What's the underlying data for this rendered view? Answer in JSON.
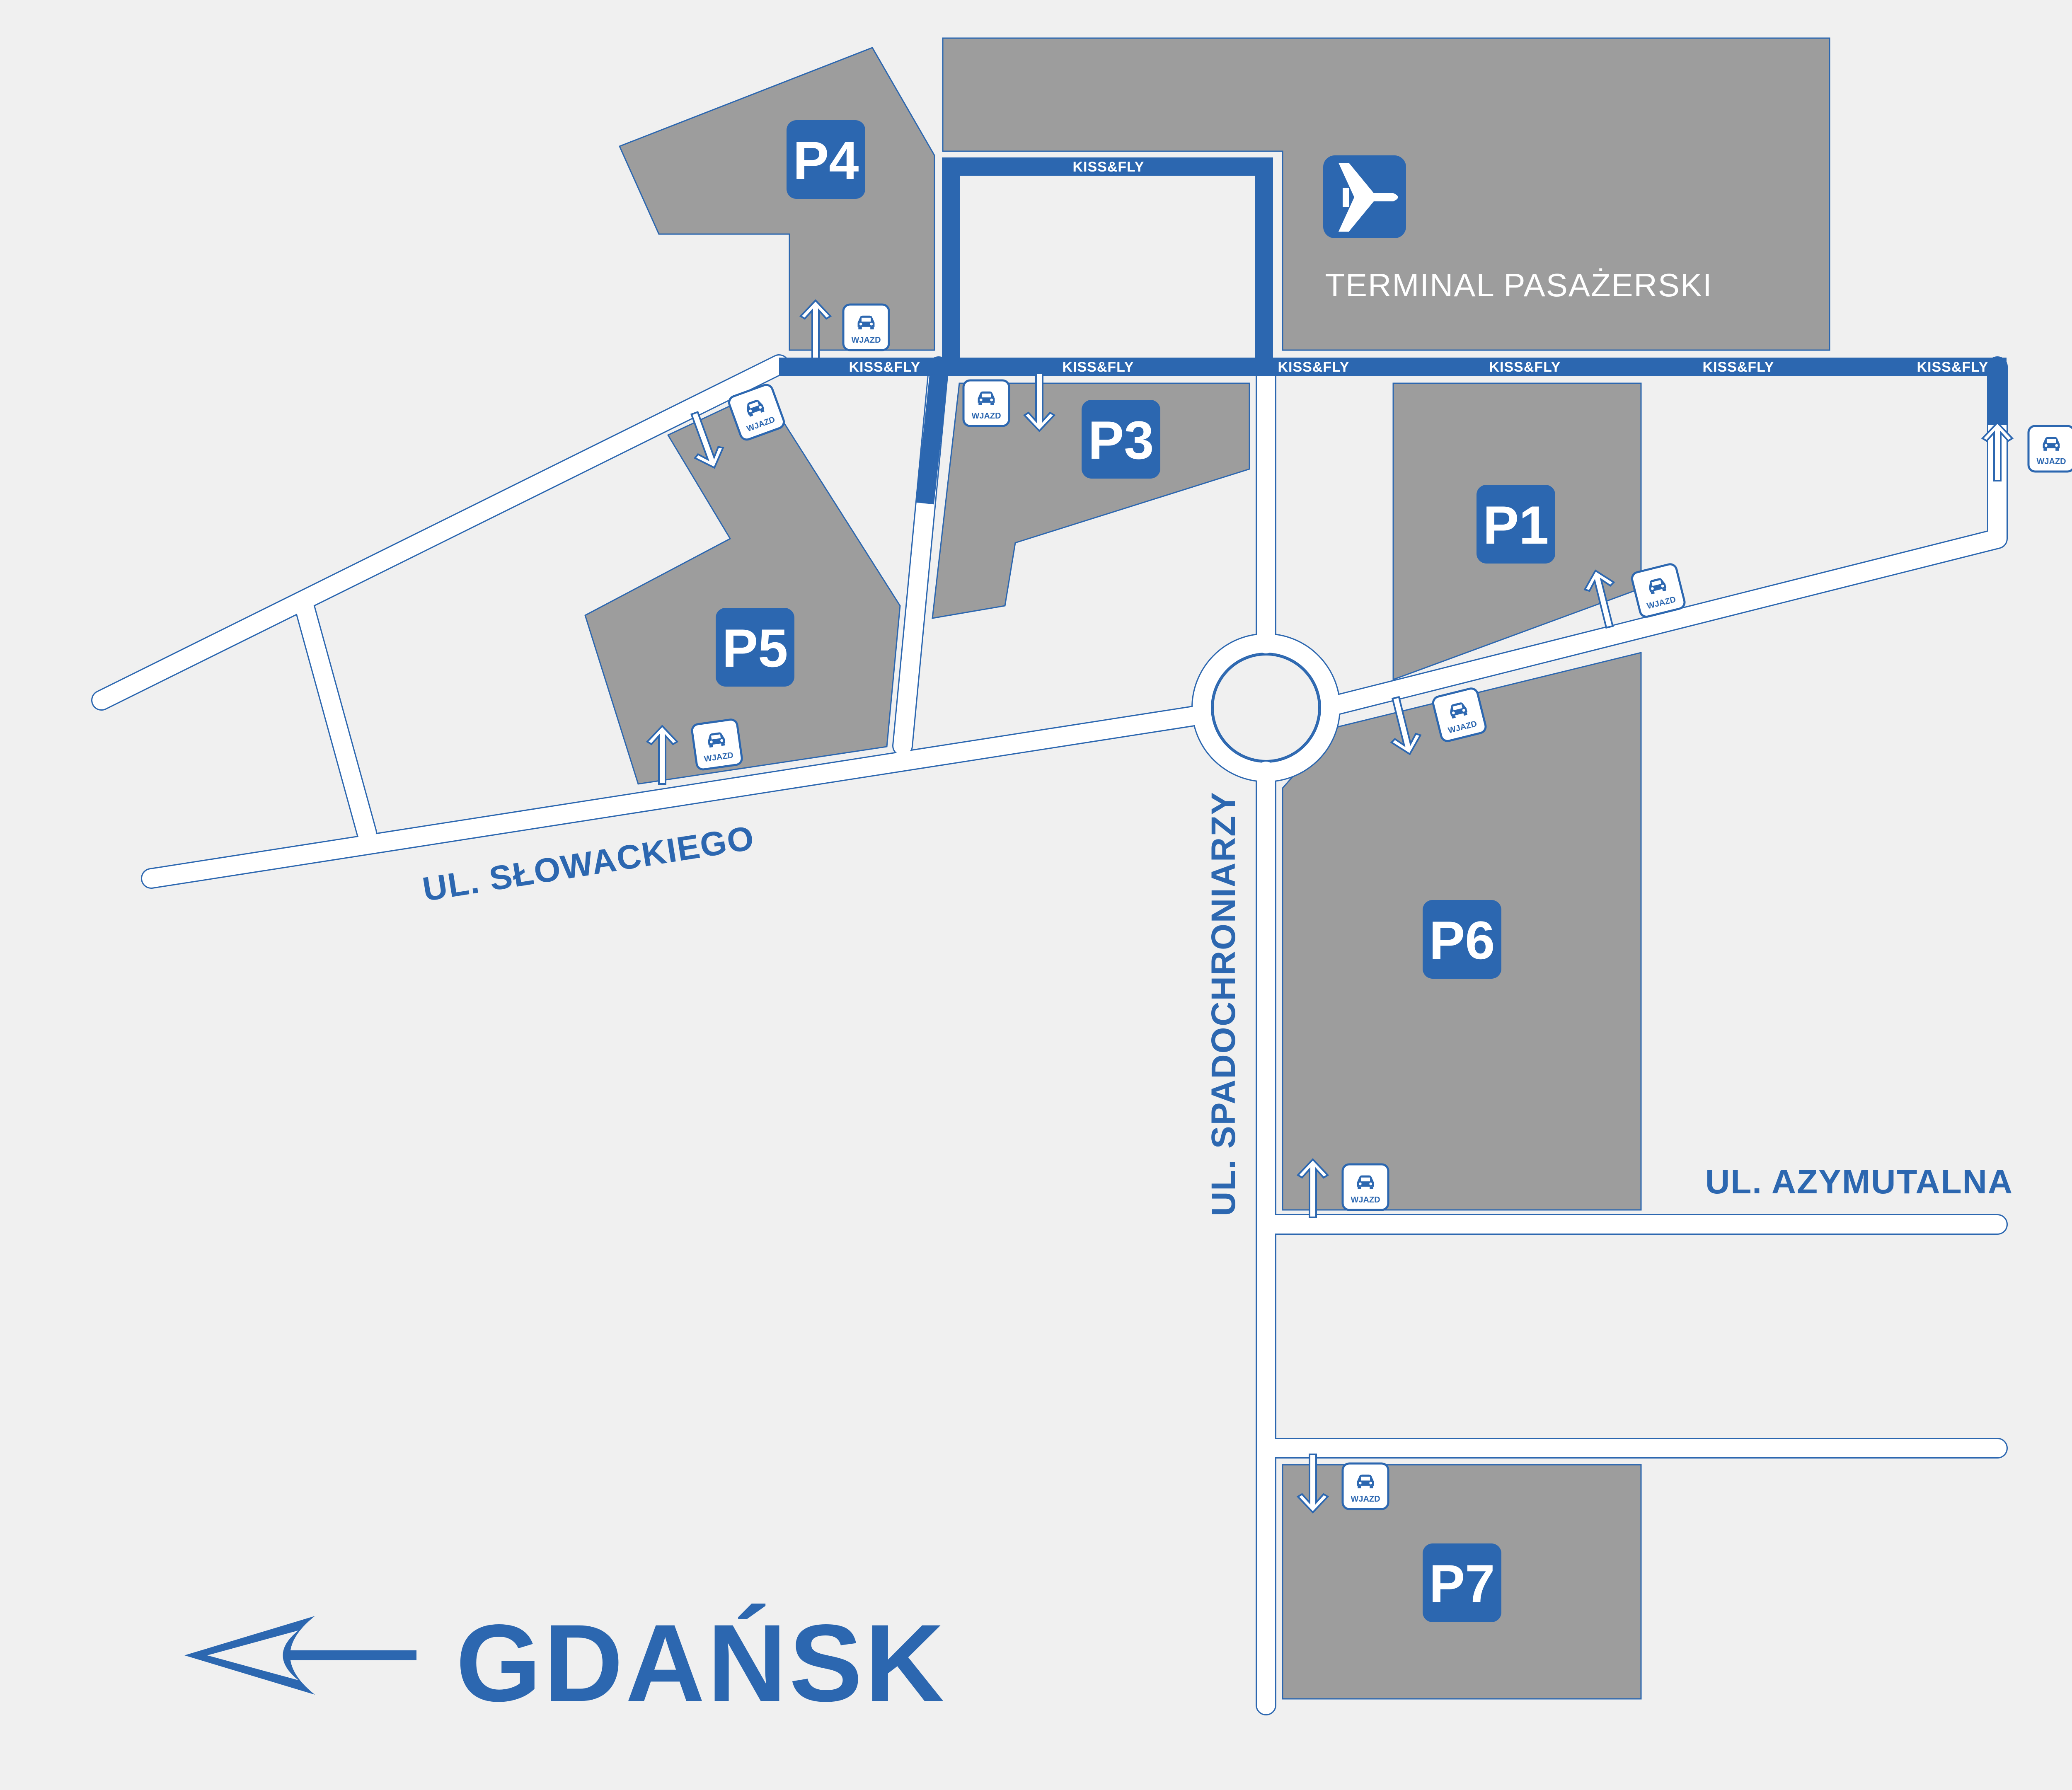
{
  "terminal": {
    "label": "TERMINAL PASAŻERSKI",
    "icon": "airplane-icon"
  },
  "parkings": [
    {
      "id": "p1",
      "label": "P1"
    },
    {
      "id": "p3",
      "label": "P3"
    },
    {
      "id": "p4",
      "label": "P4"
    },
    {
      "id": "p5",
      "label": "P5"
    },
    {
      "id": "p6",
      "label": "P6"
    },
    {
      "id": "p7",
      "label": "P7"
    }
  ],
  "kiss_fly_label": "KISS&FLY",
  "entry_label": "WJAZD",
  "entry_icon": "car-icon",
  "streets": {
    "slowackiego": "UL. SŁOWACKIEGO",
    "spadochroniarzy": "UL. SPADOCHRONIARZY",
    "azymutalna": "UL. AZYMUTALNA"
  },
  "direction": {
    "label": "GDAŃSK",
    "icon": "arrow-left-icon"
  },
  "colors": {
    "accent": "#2c67b0",
    "lot": "#9d9d9d",
    "road": "#ffffff",
    "background": "#f0f0f0"
  }
}
